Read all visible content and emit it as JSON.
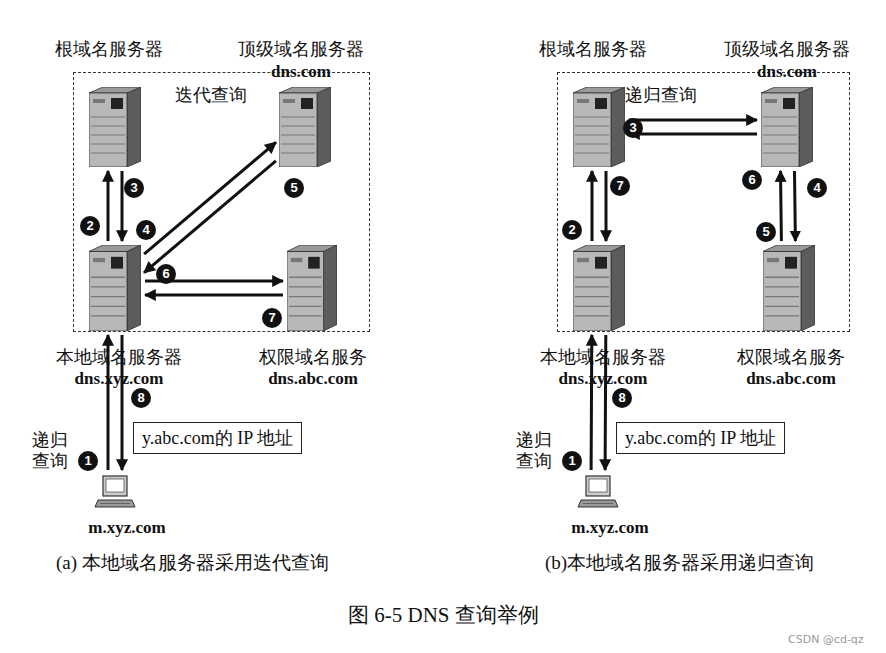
{
  "diagram": {
    "caption": "图 6-5 DNS 查询举例",
    "nodes": [
      {
        "text": [
          "迭代查询"
        ]
      },
      {
        "text": [
          "根域名服务器"
        ],
        "in": 0
      },
      {
        "text": [
          "顶级域名服务器",
          "dns.com"
        ],
        "in": 0
      },
      {
        "text": [
          "本地域名服务器",
          "dns.xyz.com"
        ],
        "in": 0
      },
      {
        "text": [
          "权限域名服务",
          "dns.abc.com"
        ],
        "in": 0
      },
      {
        "text": [
          "m.xyz.com"
        ]
      },
      {
        "text": [
          "y.abc.com的 IP 地址"
        ]
      },
      {
        "text": [
          "递归查询"
        ]
      },
      {
        "text": [
          "根域名服务器"
        ],
        "in": 7
      },
      {
        "text": [
          "顶级域名服务器",
          "dns.com"
        ],
        "in": 7
      },
      {
        "text": [
          "本地域名服务器",
          "dns.xyz.com"
        ],
        "in": 7
      },
      {
        "text": [
          "权限域名服务",
          "dns.abc.com"
        ],
        "in": 7
      },
      {
        "text": [
          "m.xyz.com"
        ]
      },
      {
        "text": [
          "y.abc.com的 IP 地址"
        ]
      }
    ],
    "edges": [
      {
        "from": 5,
        "to": 3,
        "arrow": "to"
      },
      {
        "from": 3,
        "to": 1,
        "arrow": "to"
      },
      {
        "from": 1,
        "to": 3,
        "arrow": "to"
      },
      {
        "from": 3,
        "to": 2,
        "arrow": "to"
      },
      {
        "from": 2,
        "to": 3,
        "arrow": "to"
      },
      {
        "from": 3,
        "to": 4,
        "arrow": "to"
      },
      {
        "from": 4,
        "to": 3,
        "arrow": "to"
      },
      {
        "from": 3,
        "to": 5,
        "arrow": "to"
      },
      {
        "from": 12,
        "to": 10,
        "arrow": "to"
      },
      {
        "from": 10,
        "to": 8,
        "arrow": "to"
      },
      {
        "from": 8,
        "to": 9,
        "arrow": "to"
      },
      {
        "from": 9,
        "to": 11,
        "arrow": "to"
      },
      {
        "from": 11,
        "to": 9,
        "arrow": "to"
      },
      {
        "from": 9,
        "to": 8,
        "arrow": "to"
      },
      {
        "from": 8,
        "to": 10,
        "arrow": "to"
      },
      {
        "from": 10,
        "to": 12,
        "arrow": "to"
      }
    ],
    "labels": [
      "1",
      "2",
      "3",
      "4",
      "5",
      "6",
      "7",
      "8",
      "递归 查询",
      "1",
      "2",
      "3",
      "4",
      "5",
      "6",
      "7",
      "8",
      "递归 查询",
      "(a) 本地域名服务器采用迭代查询",
      "(b)本地域名服务器采用递归查询",
      "CSDN @cd-qz"
    ]
  }
}
